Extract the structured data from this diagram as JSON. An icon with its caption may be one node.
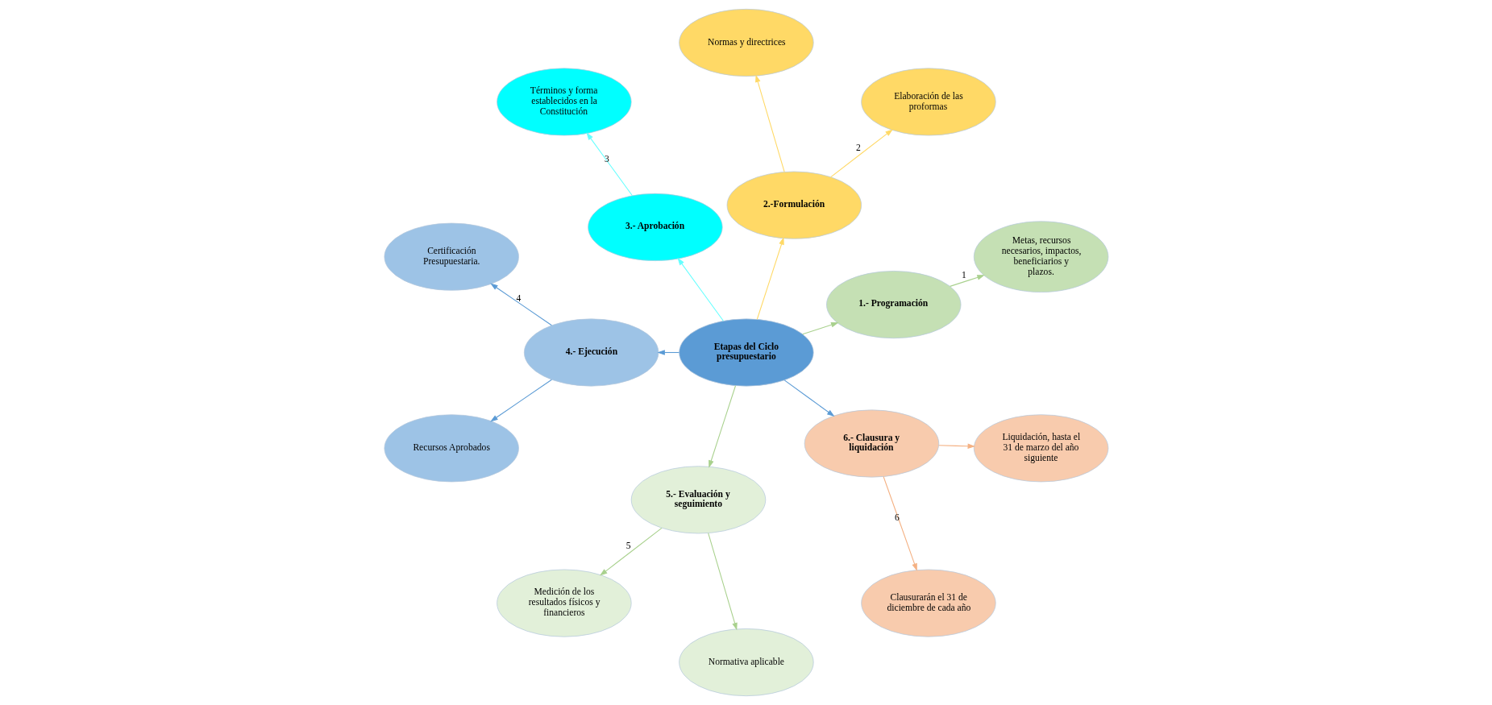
{
  "diagram": {
    "nodes": [
      {
        "text": [
          "Etapas del Ciclo presupuestario"
        ]
      },
      {
        "text": [
          "1.- Programación"
        ]
      },
      {
        "text": [
          "Metas, recursos necesarios, impactos, beneficiarios y plazos."
        ]
      },
      {
        "text": [
          "2.-Formulación"
        ]
      },
      {
        "text": [
          "Elaboración de las proformas"
        ]
      },
      {
        "text": [
          "Normas y directrices"
        ]
      },
      {
        "text": [
          "3.- Aprobación"
        ]
      },
      {
        "text": [
          "Términos y forma establecidos en la Constitución"
        ]
      },
      {
        "text": [
          "4.- Ejecución"
        ]
      },
      {
        "text": [
          "Certificación Presupuestaria."
        ]
      },
      {
        "text": [
          "Recursos Aprobados"
        ]
      },
      {
        "text": [
          "5.- Evaluación y seguimiento"
        ]
      },
      {
        "text": [
          "Medición de los resultados físicos y financieros"
        ]
      },
      {
        "text": [
          "Normativa aplicable"
        ]
      },
      {
        "text": [
          "6.- Clausura y liquidación"
        ]
      },
      {
        "text": [
          "Clausurarán el 31 de diciembre de cada año"
        ]
      },
      {
        "text": [
          "Liquidación, hasta el 31 de marzo del año siguiente"
        ]
      }
    ],
    "edges": [
      {
        "from": 0,
        "to": 1,
        "arrow": "to",
        "color": "#a9d18e"
      },
      {
        "from": 1,
        "to": 2,
        "arrow": "to",
        "label": "1",
        "color": "#a9d18e"
      },
      {
        "from": 0,
        "to": 3,
        "arrow": "to",
        "color": "#ffd966"
      },
      {
        "from": 3,
        "to": 4,
        "arrow": "to",
        "label": "2",
        "color": "#ffd966"
      },
      {
        "from": 3,
        "to": 5,
        "arrow": "to",
        "color": "#ffd966"
      },
      {
        "from": 0,
        "to": 6,
        "arrow": "to",
        "color": "#66ffff"
      },
      {
        "from": 6,
        "to": 7,
        "arrow": "to",
        "label": "3",
        "color": "#66ffff"
      },
      {
        "from": 0,
        "to": 8,
        "arrow": "to",
        "color": "#5b9bd5"
      },
      {
        "from": 8,
        "to": 9,
        "arrow": "to",
        "label": "4",
        "color": "#5b9bd5"
      },
      {
        "from": 8,
        "to": 10,
        "arrow": "to",
        "color": "#5b9bd5"
      },
      {
        "from": 0,
        "to": 11,
        "arrow": "to",
        "color": "#a9d18e"
      },
      {
        "from": 11,
        "to": 12,
        "arrow": "to",
        "label": "5",
        "color": "#a9d18e"
      },
      {
        "from": 11,
        "to": 13,
        "arrow": "to",
        "color": "#a9d18e"
      },
      {
        "from": 0,
        "to": 14,
        "arrow": "to",
        "color": "#5b9bd5"
      },
      {
        "from": 14,
        "to": 15,
        "arrow": "to",
        "label": "6",
        "color": "#f4b183"
      },
      {
        "from": 14,
        "to": 16,
        "arrow": "to",
        "color": "#f4b183"
      }
    ]
  }
}
